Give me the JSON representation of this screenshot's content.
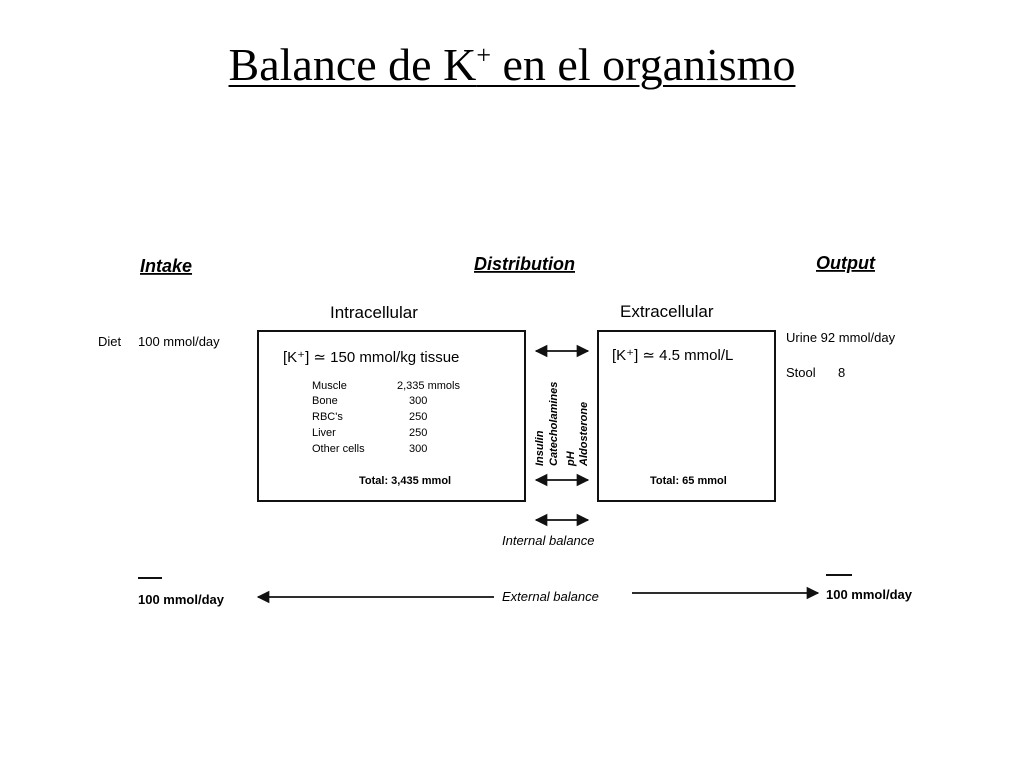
{
  "title": {
    "prefix": "Balance de K",
    "sup": "+",
    "suffix": " en el organismo"
  },
  "headings": {
    "intake": "Intake",
    "distribution": "Distribution",
    "output": "Output"
  },
  "intracellular": {
    "label": "Intracellular",
    "concentration": "[K⁺] ≃ 150 mmol/kg tissue",
    "rows": [
      {
        "name": "Muscle",
        "value": "2,335 mmols"
      },
      {
        "name": "Bone",
        "value": "300"
      },
      {
        "name": "RBC's",
        "value": "250"
      },
      {
        "name": "Liver",
        "value": "250"
      },
      {
        "name": "Other cells",
        "value": "300"
      }
    ],
    "total": "Total: 3,435 mmol"
  },
  "extracellular": {
    "label": "Extracellular",
    "concentration": "[K⁺] ≃ 4.5 mmol/L",
    "total": "Total: 65 mmol"
  },
  "regulators": [
    "Insulin",
    "Catecholamines",
    "pH",
    "Aldosterone"
  ],
  "intake": {
    "diet_label": "Diet",
    "diet_value": "100 mmol/day"
  },
  "output": {
    "urine": "Urine  92 mmol/day",
    "stool_label": "Stool",
    "stool_value": "8"
  },
  "internal_balance": "Internal balance",
  "external_balance": {
    "label": "External balance",
    "left_value": "100 mmol/day",
    "right_value": "100 mmol/day"
  }
}
